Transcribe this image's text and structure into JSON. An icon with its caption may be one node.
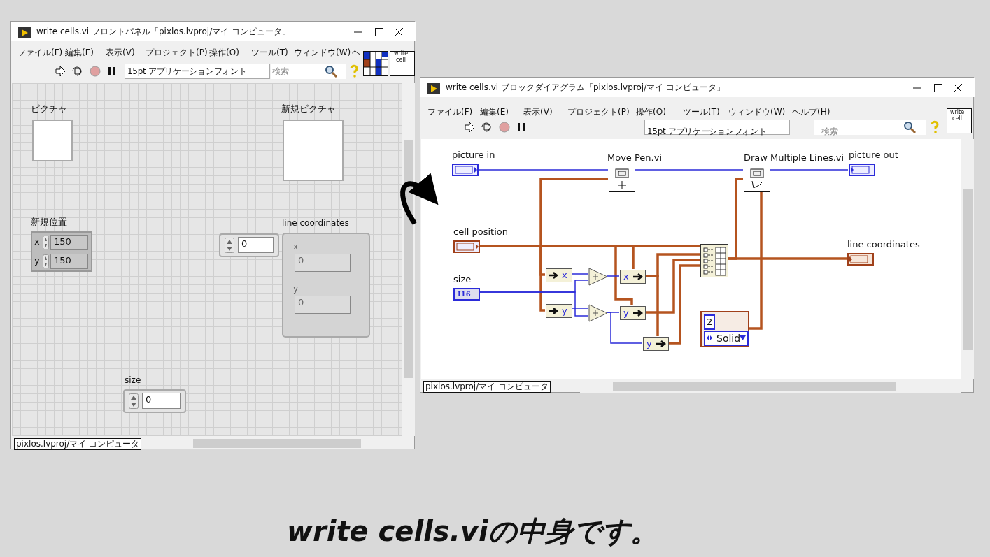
{
  "diagram": {
    "caption": "write cells.viの中身です。",
    "nodes": [
      {
        "text": [
          "write cells.vi フロントパネル「pixlos.lvproj/マイ コンピュータ」"
        ]
      },
      {
        "text": [
          "ピクチャ"
        ],
        "in": 0
      },
      {
        "text": [
          "新規ピクチャ"
        ],
        "in": 0
      },
      {
        "text": [
          "新規位置",
          "x",
          "150",
          "y",
          "150"
        ],
        "in": 0
      },
      {
        "text": [
          "0"
        ],
        "in": 0
      },
      {
        "text": [
          "line coordinates",
          "x",
          "0",
          "y",
          "0"
        ],
        "in": 0
      },
      {
        "text": [
          "size",
          "0"
        ],
        "in": 0
      },
      {
        "text": [
          "write cells.vi ブロックダイアグラム「pixlos.lvproj/マイ コンピュータ」"
        ]
      },
      {
        "text": [
          "picture in"
        ],
        "in": 7
      },
      {
        "text": [
          "Move Pen.vi"
        ],
        "in": 7
      },
      {
        "text": [
          "Draw Multiple Lines.vi"
        ],
        "in": 7
      },
      {
        "text": [
          "picture out"
        ],
        "in": 7
      },
      {
        "text": [
          "cell position"
        ],
        "in": 7
      },
      {
        "text": [
          "line coordinates"
        ],
        "in": 7
      },
      {
        "text": [
          "size",
          "I16"
        ],
        "in": 7
      },
      {
        "text": [
          "x"
        ],
        "in": 7
      },
      {
        "text": [
          "y"
        ],
        "in": 7
      },
      {
        "text": [],
        "shape": "triangle",
        "in": 7
      },
      {
        "text": [],
        "shape": "triangle",
        "in": 7
      },
      {
        "text": [
          "x"
        ],
        "in": 7
      },
      {
        "text": [
          "y"
        ],
        "in": 7
      },
      {
        "text": [
          "y"
        ],
        "in": 7
      },
      {
        "text": [],
        "shape": "box",
        "in": 7
      },
      {
        "text": [
          "2",
          "Solid"
        ],
        "in": 7
      }
    ],
    "edges": [
      {
        "from": 8,
        "to": 9,
        "arrow": "none",
        "color": "#2b2bd9"
      },
      {
        "from": 9,
        "to": 10,
        "arrow": "none",
        "color": "#2b2bd9"
      },
      {
        "from": 10,
        "to": 11,
        "arrow": "none",
        "color": "#2b2bd9"
      },
      {
        "from": 12,
        "to": 9,
        "arrow": "none"
      },
      {
        "from": 12,
        "to": 15,
        "arrow": "none"
      },
      {
        "from": 12,
        "to": 16,
        "arrow": "none"
      },
      {
        "from": 12,
        "to": 19,
        "arrow": "none"
      },
      {
        "from": 12,
        "to": 20,
        "arrow": "none"
      },
      {
        "from": 12,
        "to": 22,
        "arrow": "none"
      },
      {
        "from": 15,
        "to": 17,
        "arrow": "none",
        "color": "#2b2bd9"
      },
      {
        "from": 14,
        "to": 17,
        "arrow": "none",
        "color": "#2b2bd9"
      },
      {
        "from": 16,
        "to": 18,
        "arrow": "none",
        "color": "#2b2bd9"
      },
      {
        "from": 14,
        "to": 18,
        "arrow": "none",
        "color": "#2b2bd9"
      },
      {
        "from": 17,
        "to": 19,
        "arrow": "none",
        "color": "#2b2bd9"
      },
      {
        "from": 18,
        "to": 20,
        "arrow": "none",
        "color": "#2b2bd9"
      },
      {
        "from": 18,
        "to": 21,
        "arrow": "none",
        "color": "#2b2bd9"
      },
      {
        "from": 19,
        "to": 21,
        "arrow": "none"
      },
      {
        "from": 19,
        "to": 22,
        "arrow": "none"
      },
      {
        "from": 20,
        "to": 22,
        "arrow": "none"
      },
      {
        "from": 21,
        "to": 22,
        "arrow": "none"
      },
      {
        "from": 22,
        "to": 10,
        "arrow": "none"
      },
      {
        "from": 22,
        "to": 13,
        "arrow": "none"
      },
      {
        "from": 23,
        "to": 10,
        "arrow": "none"
      },
      {
        "from": 0,
        "to": 7,
        "arrow": "to",
        "style": "thick",
        "color": "#000000"
      }
    ],
    "labels": [
      "ファイル(F)",
      "編集(E)",
      "表示(V)",
      "プロジェクト(P)",
      "操作(O)",
      "ツール(T)",
      "ウィンドウ(W)",
      "ヘ",
      "write cell",
      "15pt アプリケーションフォント",
      "検索",
      "pixlos.lvproj/マイ コンピュータ",
      "ファイル(F)",
      "編集(E)",
      "表示(V)",
      "プロジェクト(P)",
      "操作(O)",
      "ツール(T)",
      "ウィンドウ(W)",
      "ヘルプ(H)",
      "write cell",
      "15pt アプリケーションフォント",
      "検索",
      "pixlos.lvproj/マイ コンピュータ"
    ]
  }
}
